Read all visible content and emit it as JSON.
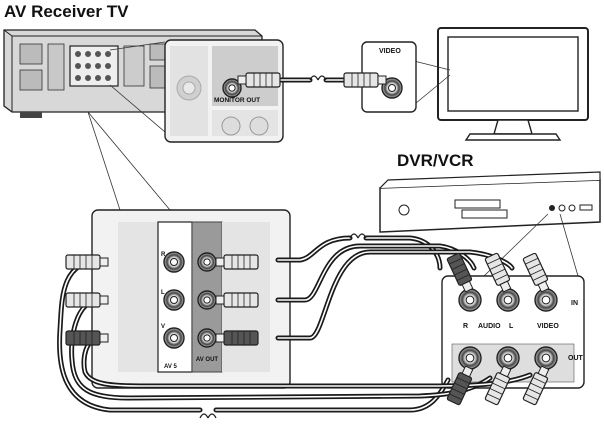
{
  "labels": {
    "av_receiver_tv": "AV Receiver TV",
    "dvr_vcr": "DVR/VCR",
    "video_in_tv": "VIDEO",
    "monitor_out": "MONITOR OUT",
    "receiver_jack_r": "R",
    "receiver_jack_l": "L",
    "receiver_jack_v": "V",
    "av5": "AV 5",
    "av_out": "AV OUT",
    "dvr_r": "R",
    "dvr_audio": "AUDIO",
    "dvr_l": "L",
    "dvr_video": "VIDEO",
    "dvr_in": "IN",
    "dvr_out": "OUT"
  },
  "colors": {
    "line": "#222222",
    "panel_light": "#e9e9e9",
    "panel_mid": "#cfcfcf",
    "panel_dark": "#9a9a9a",
    "cable": "#1a1a1a"
  }
}
